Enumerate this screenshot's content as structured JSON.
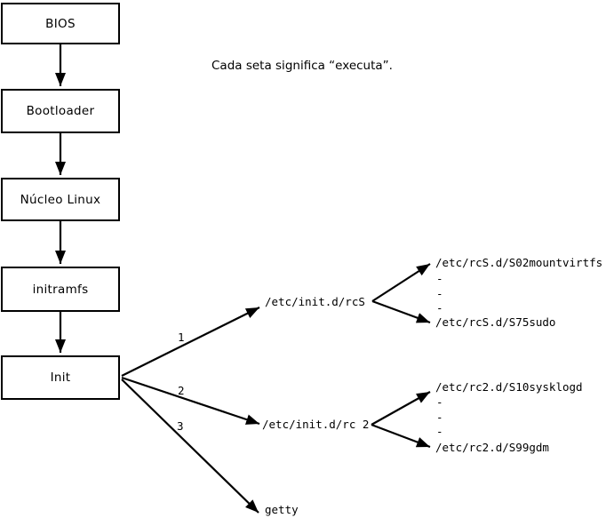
{
  "annotation": "Cada seta significa “executa”.",
  "flow_boxes": [
    {
      "label": "BIOS"
    },
    {
      "label": "Bootloader"
    },
    {
      "label": "Núcleo Linux"
    },
    {
      "label": "initramfs"
    },
    {
      "label": "Init"
    }
  ],
  "branches": {
    "rcS": {
      "number": "1",
      "script": "/etc/init.d/rcS",
      "first_entry": "/etc/rcS.d/S02mountvirtfs",
      "ellipsis": [
        "-",
        "-",
        "-"
      ],
      "last_entry": "/etc/rcS.d/S75sudo"
    },
    "rc2": {
      "number": "2",
      "script": "/etc/init.d/rc 2",
      "first_entry": "/etc/rc2.d/S10sysklogd",
      "ellipsis": [
        "-",
        "-",
        "-"
      ],
      "last_entry": "/etc/rc2.d/S99gdm"
    },
    "getty": {
      "number": "3",
      "script": "getty"
    }
  },
  "colors": {
    "line": "#000000",
    "background": "#ffffff",
    "text": "#000000"
  }
}
